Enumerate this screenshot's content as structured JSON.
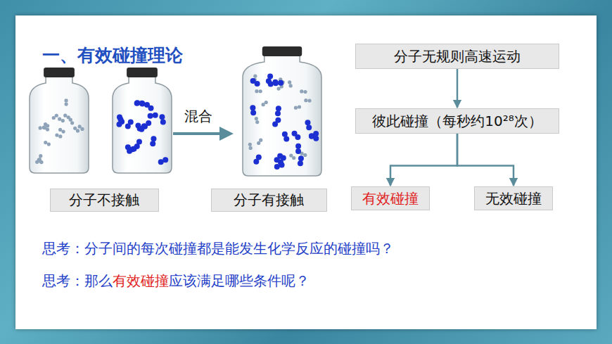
{
  "diagram": {
    "title": "一、有效碰撞理论",
    "nodes": [
      {
        "text": [
          "分子不接触"
        ]
      },
      {
        "text": [
          "分子有接触"
        ]
      },
      {
        "text": [
          "分子无规则高速运动"
        ]
      },
      {
        "text": [
          "彼此碰撞（每秒约10²⁸次）"
        ]
      },
      {
        "text": [
          "有效碰撞"
        ]
      },
      {
        "text": [
          "无效碰撞"
        ]
      }
    ],
    "edges": [
      {
        "from": 2,
        "to": 3,
        "arrow": "to"
      },
      {
        "from": 3,
        "to": 4,
        "arrow": "to"
      },
      {
        "from": 3,
        "to": 5,
        "arrow": "to"
      }
    ],
    "labels": [
      "混合",
      "思考：分子间的每次碰撞都是能发生化学反应的碰撞吗？",
      "思考：那么",
      "有效碰撞",
      "应该满足哪些条件呢？"
    ]
  }
}
